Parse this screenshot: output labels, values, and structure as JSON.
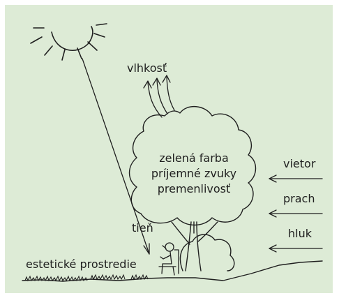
{
  "colors": {
    "background": "#ddebd6",
    "ink": "#1f1f1f",
    "frame": "#ffffff"
  },
  "labels": {
    "humidity": "vlhkosť",
    "crown_line1": "zelená farba",
    "crown_line2": "príjemné zvuky",
    "crown_line3": "premenlivosť",
    "wind": "vietor",
    "dust": "prach",
    "noise": "hluk",
    "shade": "tieň",
    "aesthetic": "estetické prostredie"
  },
  "icons": {
    "sun": "sun-icon",
    "tree": "tree-icon",
    "person": "seated-person-icon"
  }
}
